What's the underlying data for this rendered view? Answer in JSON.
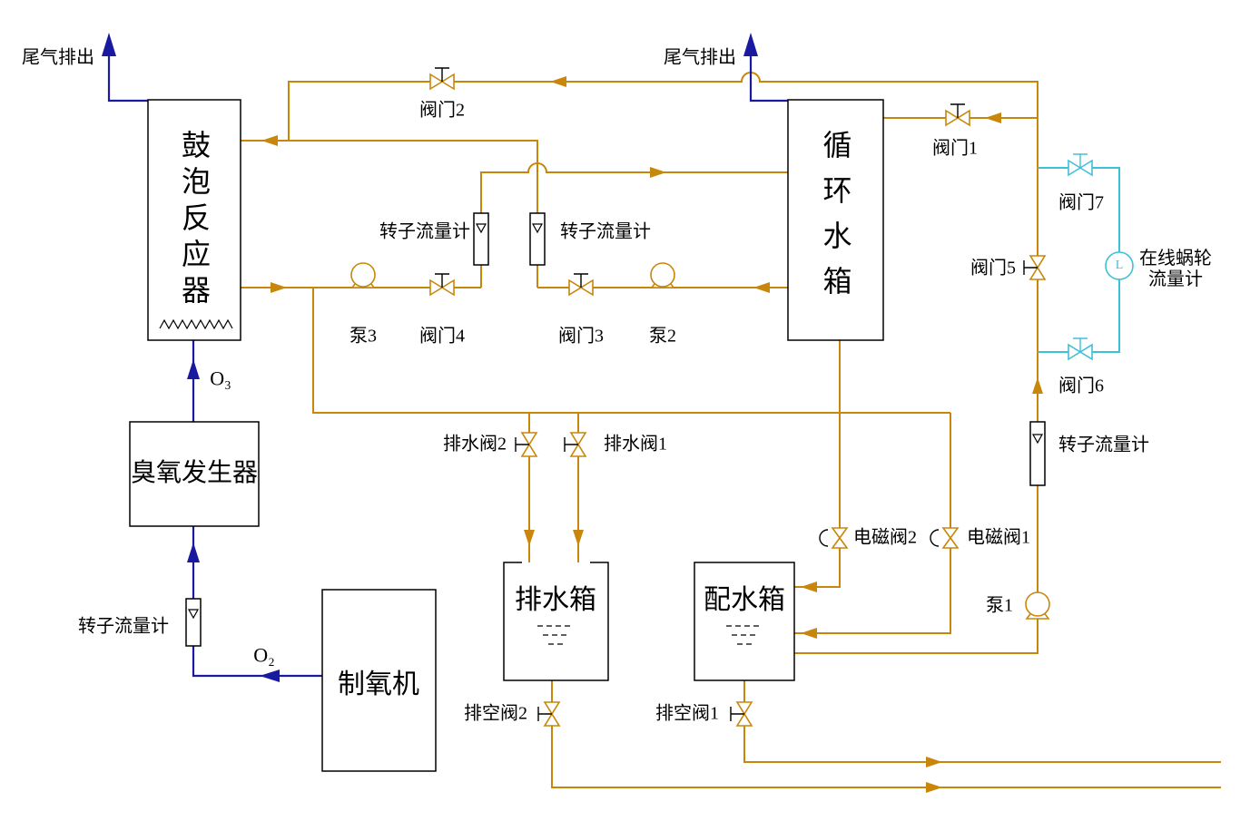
{
  "equipment": {
    "bubble_reactor": "鼓泡反应器",
    "circulating_water_tank": "循环水箱",
    "ozone_generator": "臭氧发生器",
    "oxygen_generator": "制氧机",
    "drain_water_tank": "排水箱",
    "distribution_water_tank": "配水箱"
  },
  "labels": {
    "offgas": "尾气排出",
    "valve1": "阀门1",
    "valve2": "阀门2",
    "valve3": "阀门3",
    "valve4": "阀门4",
    "valve5": "阀门5",
    "valve6": "阀门6",
    "valve7": "阀门7",
    "pump1": "泵1",
    "pump2": "泵2",
    "pump3": "泵3",
    "rotameter": "转子流量计",
    "online_turbine_meter_line1": "在线蜗轮",
    "online_turbine_meter_line2": "流量计",
    "turbine_symbol": "L",
    "drain_valve1": "排水阀1",
    "drain_valve2": "排水阀2",
    "solenoid_valve1": "电磁阀1",
    "solenoid_valve2": "电磁阀2",
    "vent_valve1": "排空阀1",
    "vent_valve2": "排空阀2",
    "o3": "O₃",
    "o2": "O₂"
  },
  "colors": {
    "water_pipe": "#C8870B",
    "gas_pipe": "#1A1AA0",
    "meter_loop": "#3EC1D6",
    "outline": "#000000"
  }
}
